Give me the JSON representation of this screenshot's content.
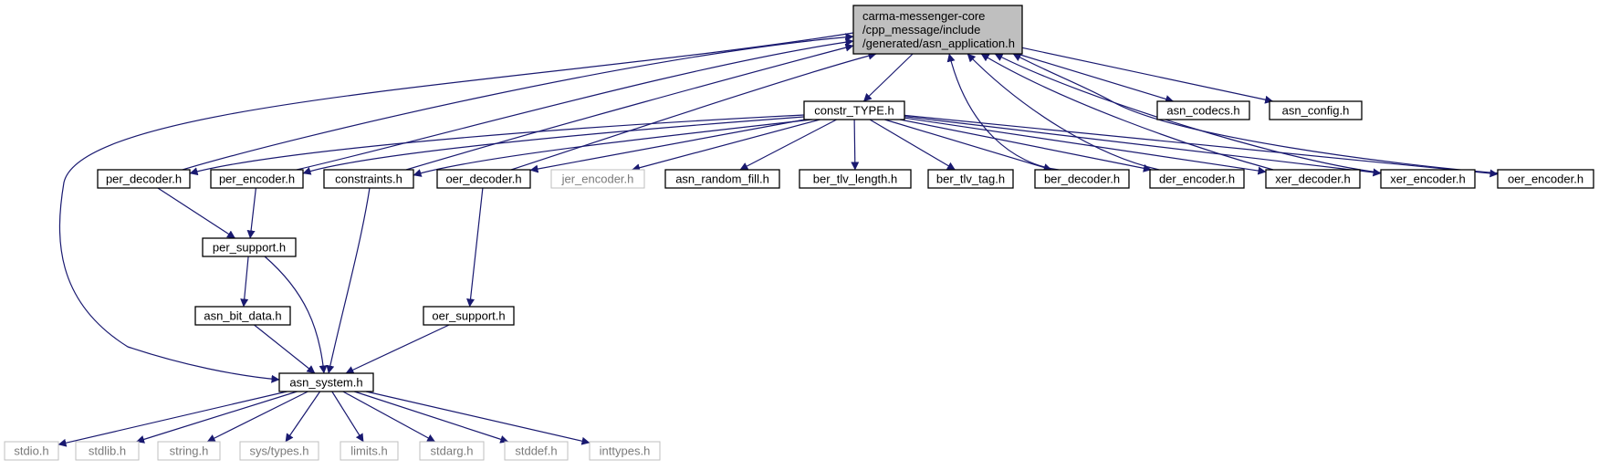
{
  "colors": {
    "edge": "#191970",
    "root_fill": "#bfbfbf",
    "external_border": "#bfbfbf"
  },
  "diagram": {
    "nodes": [
      {
        "id": "root",
        "lines": [
          "carma-messenger-core",
          "/cpp_message/include",
          "/generated/asn_application.h"
        ],
        "style": "root"
      },
      {
        "id": "constr_TYPE",
        "lines": [
          "constr_TYPE.h"
        ],
        "style": "normal"
      },
      {
        "id": "asn_codecs",
        "lines": [
          "asn_codecs.h"
        ],
        "style": "normal"
      },
      {
        "id": "asn_config",
        "lines": [
          "asn_config.h"
        ],
        "style": "normal"
      },
      {
        "id": "per_decoder",
        "lines": [
          "per_decoder.h"
        ],
        "style": "normal"
      },
      {
        "id": "per_encoder",
        "lines": [
          "per_encoder.h"
        ],
        "style": "normal"
      },
      {
        "id": "constraints",
        "lines": [
          "constraints.h"
        ],
        "style": "normal"
      },
      {
        "id": "oer_decoder",
        "lines": [
          "oer_decoder.h"
        ],
        "style": "normal"
      },
      {
        "id": "jer_encoder",
        "lines": [
          "jer_encoder.h"
        ],
        "style": "external"
      },
      {
        "id": "asn_random_fill",
        "lines": [
          "asn_random_fill.h"
        ],
        "style": "normal"
      },
      {
        "id": "ber_tlv_length",
        "lines": [
          "ber_tlv_length.h"
        ],
        "style": "normal"
      },
      {
        "id": "ber_tlv_tag",
        "lines": [
          "ber_tlv_tag.h"
        ],
        "style": "normal"
      },
      {
        "id": "ber_decoder",
        "lines": [
          "ber_decoder.h"
        ],
        "style": "normal"
      },
      {
        "id": "der_encoder",
        "lines": [
          "der_encoder.h"
        ],
        "style": "normal"
      },
      {
        "id": "xer_decoder",
        "lines": [
          "xer_decoder.h"
        ],
        "style": "normal"
      },
      {
        "id": "xer_encoder",
        "lines": [
          "xer_encoder.h"
        ],
        "style": "normal"
      },
      {
        "id": "oer_encoder",
        "lines": [
          "oer_encoder.h"
        ],
        "style": "normal"
      },
      {
        "id": "per_support",
        "lines": [
          "per_support.h"
        ],
        "style": "normal"
      },
      {
        "id": "asn_bit_data",
        "lines": [
          "asn_bit_data.h"
        ],
        "style": "normal"
      },
      {
        "id": "oer_support",
        "lines": [
          "oer_support.h"
        ],
        "style": "normal"
      },
      {
        "id": "asn_system",
        "lines": [
          "asn_system.h"
        ],
        "style": "normal"
      },
      {
        "id": "stdio",
        "lines": [
          "stdio.h"
        ],
        "style": "external"
      },
      {
        "id": "stdlib",
        "lines": [
          "stdlib.h"
        ],
        "style": "external"
      },
      {
        "id": "string",
        "lines": [
          "string.h"
        ],
        "style": "external"
      },
      {
        "id": "sys_types",
        "lines": [
          "sys/types.h"
        ],
        "style": "external"
      },
      {
        "id": "limits",
        "lines": [
          "limits.h"
        ],
        "style": "external"
      },
      {
        "id": "stdarg",
        "lines": [
          "stdarg.h"
        ],
        "style": "external"
      },
      {
        "id": "stddef",
        "lines": [
          "stddef.h"
        ],
        "style": "external"
      },
      {
        "id": "inttypes",
        "lines": [
          "inttypes.h"
        ],
        "style": "external"
      }
    ],
    "edges": [
      {
        "from": "root",
        "to": "constr_TYPE"
      },
      {
        "from": "root",
        "to": "asn_codecs"
      },
      {
        "from": "root",
        "to": "asn_config"
      },
      {
        "from": "root",
        "to": "asn_system"
      },
      {
        "from": "per_decoder",
        "to": "root"
      },
      {
        "from": "per_encoder",
        "to": "root"
      },
      {
        "from": "constraints",
        "to": "root"
      },
      {
        "from": "oer_decoder",
        "to": "root"
      },
      {
        "from": "ber_decoder",
        "to": "root"
      },
      {
        "from": "der_encoder",
        "to": "root"
      },
      {
        "from": "xer_decoder",
        "to": "root"
      },
      {
        "from": "xer_encoder",
        "to": "root"
      },
      {
        "from": "oer_encoder",
        "to": "root"
      },
      {
        "from": "constr_TYPE",
        "to": "per_decoder"
      },
      {
        "from": "constr_TYPE",
        "to": "per_encoder"
      },
      {
        "from": "constr_TYPE",
        "to": "constraints"
      },
      {
        "from": "constr_TYPE",
        "to": "oer_decoder"
      },
      {
        "from": "constr_TYPE",
        "to": "jer_encoder"
      },
      {
        "from": "constr_TYPE",
        "to": "asn_random_fill"
      },
      {
        "from": "constr_TYPE",
        "to": "ber_tlv_length"
      },
      {
        "from": "constr_TYPE",
        "to": "ber_tlv_tag"
      },
      {
        "from": "constr_TYPE",
        "to": "ber_decoder"
      },
      {
        "from": "constr_TYPE",
        "to": "der_encoder"
      },
      {
        "from": "constr_TYPE",
        "to": "xer_decoder"
      },
      {
        "from": "constr_TYPE",
        "to": "xer_encoder"
      },
      {
        "from": "constr_TYPE",
        "to": "oer_encoder"
      },
      {
        "from": "per_decoder",
        "to": "per_support"
      },
      {
        "from": "per_encoder",
        "to": "per_support"
      },
      {
        "from": "per_support",
        "to": "asn_bit_data"
      },
      {
        "from": "per_support",
        "to": "asn_system"
      },
      {
        "from": "asn_bit_data",
        "to": "asn_system"
      },
      {
        "from": "constraints",
        "to": "asn_system"
      },
      {
        "from": "oer_decoder",
        "to": "oer_support"
      },
      {
        "from": "oer_support",
        "to": "asn_system"
      },
      {
        "from": "asn_system",
        "to": "stdio"
      },
      {
        "from": "asn_system",
        "to": "stdlib"
      },
      {
        "from": "asn_system",
        "to": "string"
      },
      {
        "from": "asn_system",
        "to": "sys_types"
      },
      {
        "from": "asn_system",
        "to": "limits"
      },
      {
        "from": "asn_system",
        "to": "stdarg"
      },
      {
        "from": "asn_system",
        "to": "stddef"
      },
      {
        "from": "asn_system",
        "to": "inttypes"
      }
    ]
  }
}
